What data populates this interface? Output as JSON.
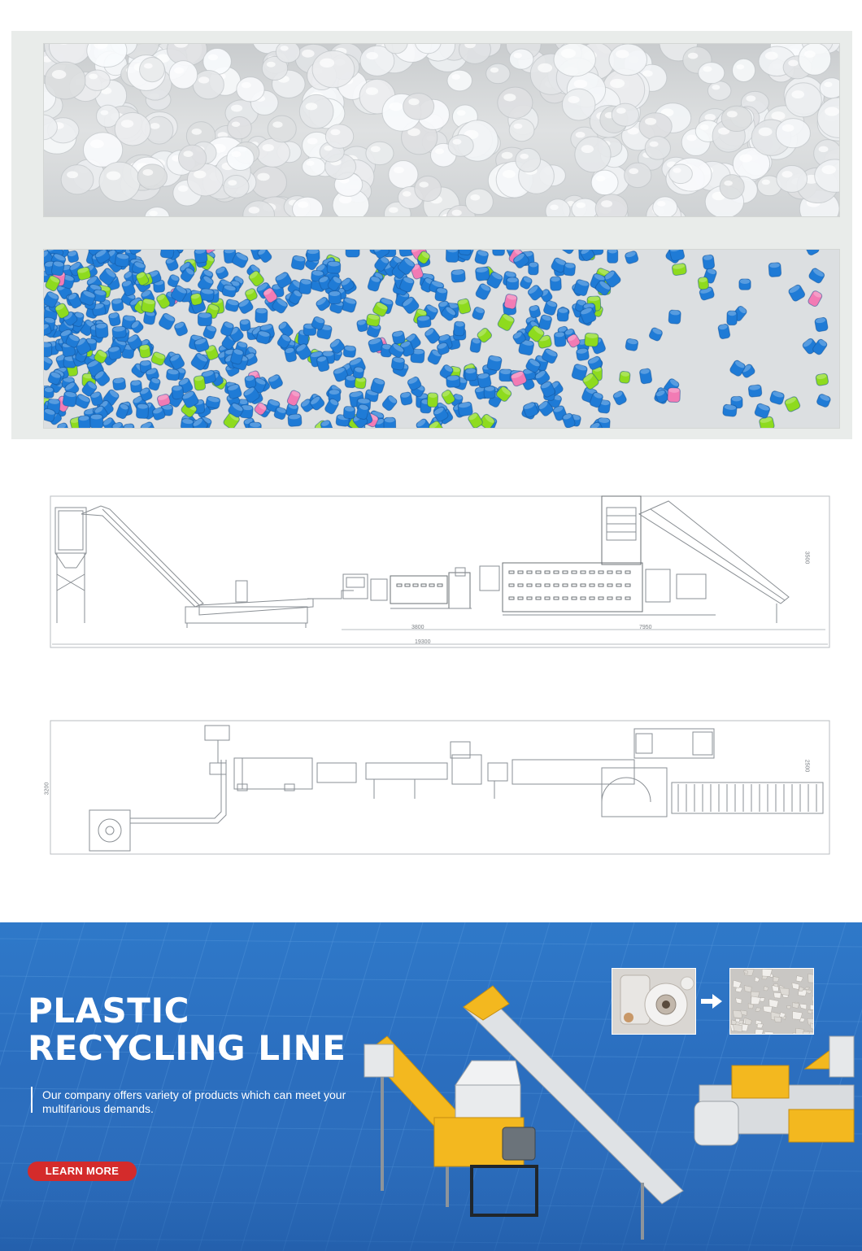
{
  "banner": {
    "title_line1": "PLASTIC",
    "title_line2": "RECYCLING LINE",
    "description": "Our company offers variety of products which can meet your multifarious demands.",
    "button_label": "LEARN MORE",
    "button_color": "#d42b2b"
  },
  "drawing_side": {
    "dim_total": "19300",
    "dim_a": "3800",
    "dim_b": "7950",
    "dim_height": "3500"
  },
  "drawing_top": {
    "dim_width": "3200",
    "dim_right": "2500"
  },
  "colors": {
    "pellet_blue": "#1f7bd6",
    "pellet_green": "#8edb1e",
    "pellet_pink": "#f27bb4",
    "machine_yellow": "#f3b81f",
    "banner_blue": "#2b6fc0"
  },
  "icons": {
    "arrow": "right-arrow-icon"
  }
}
